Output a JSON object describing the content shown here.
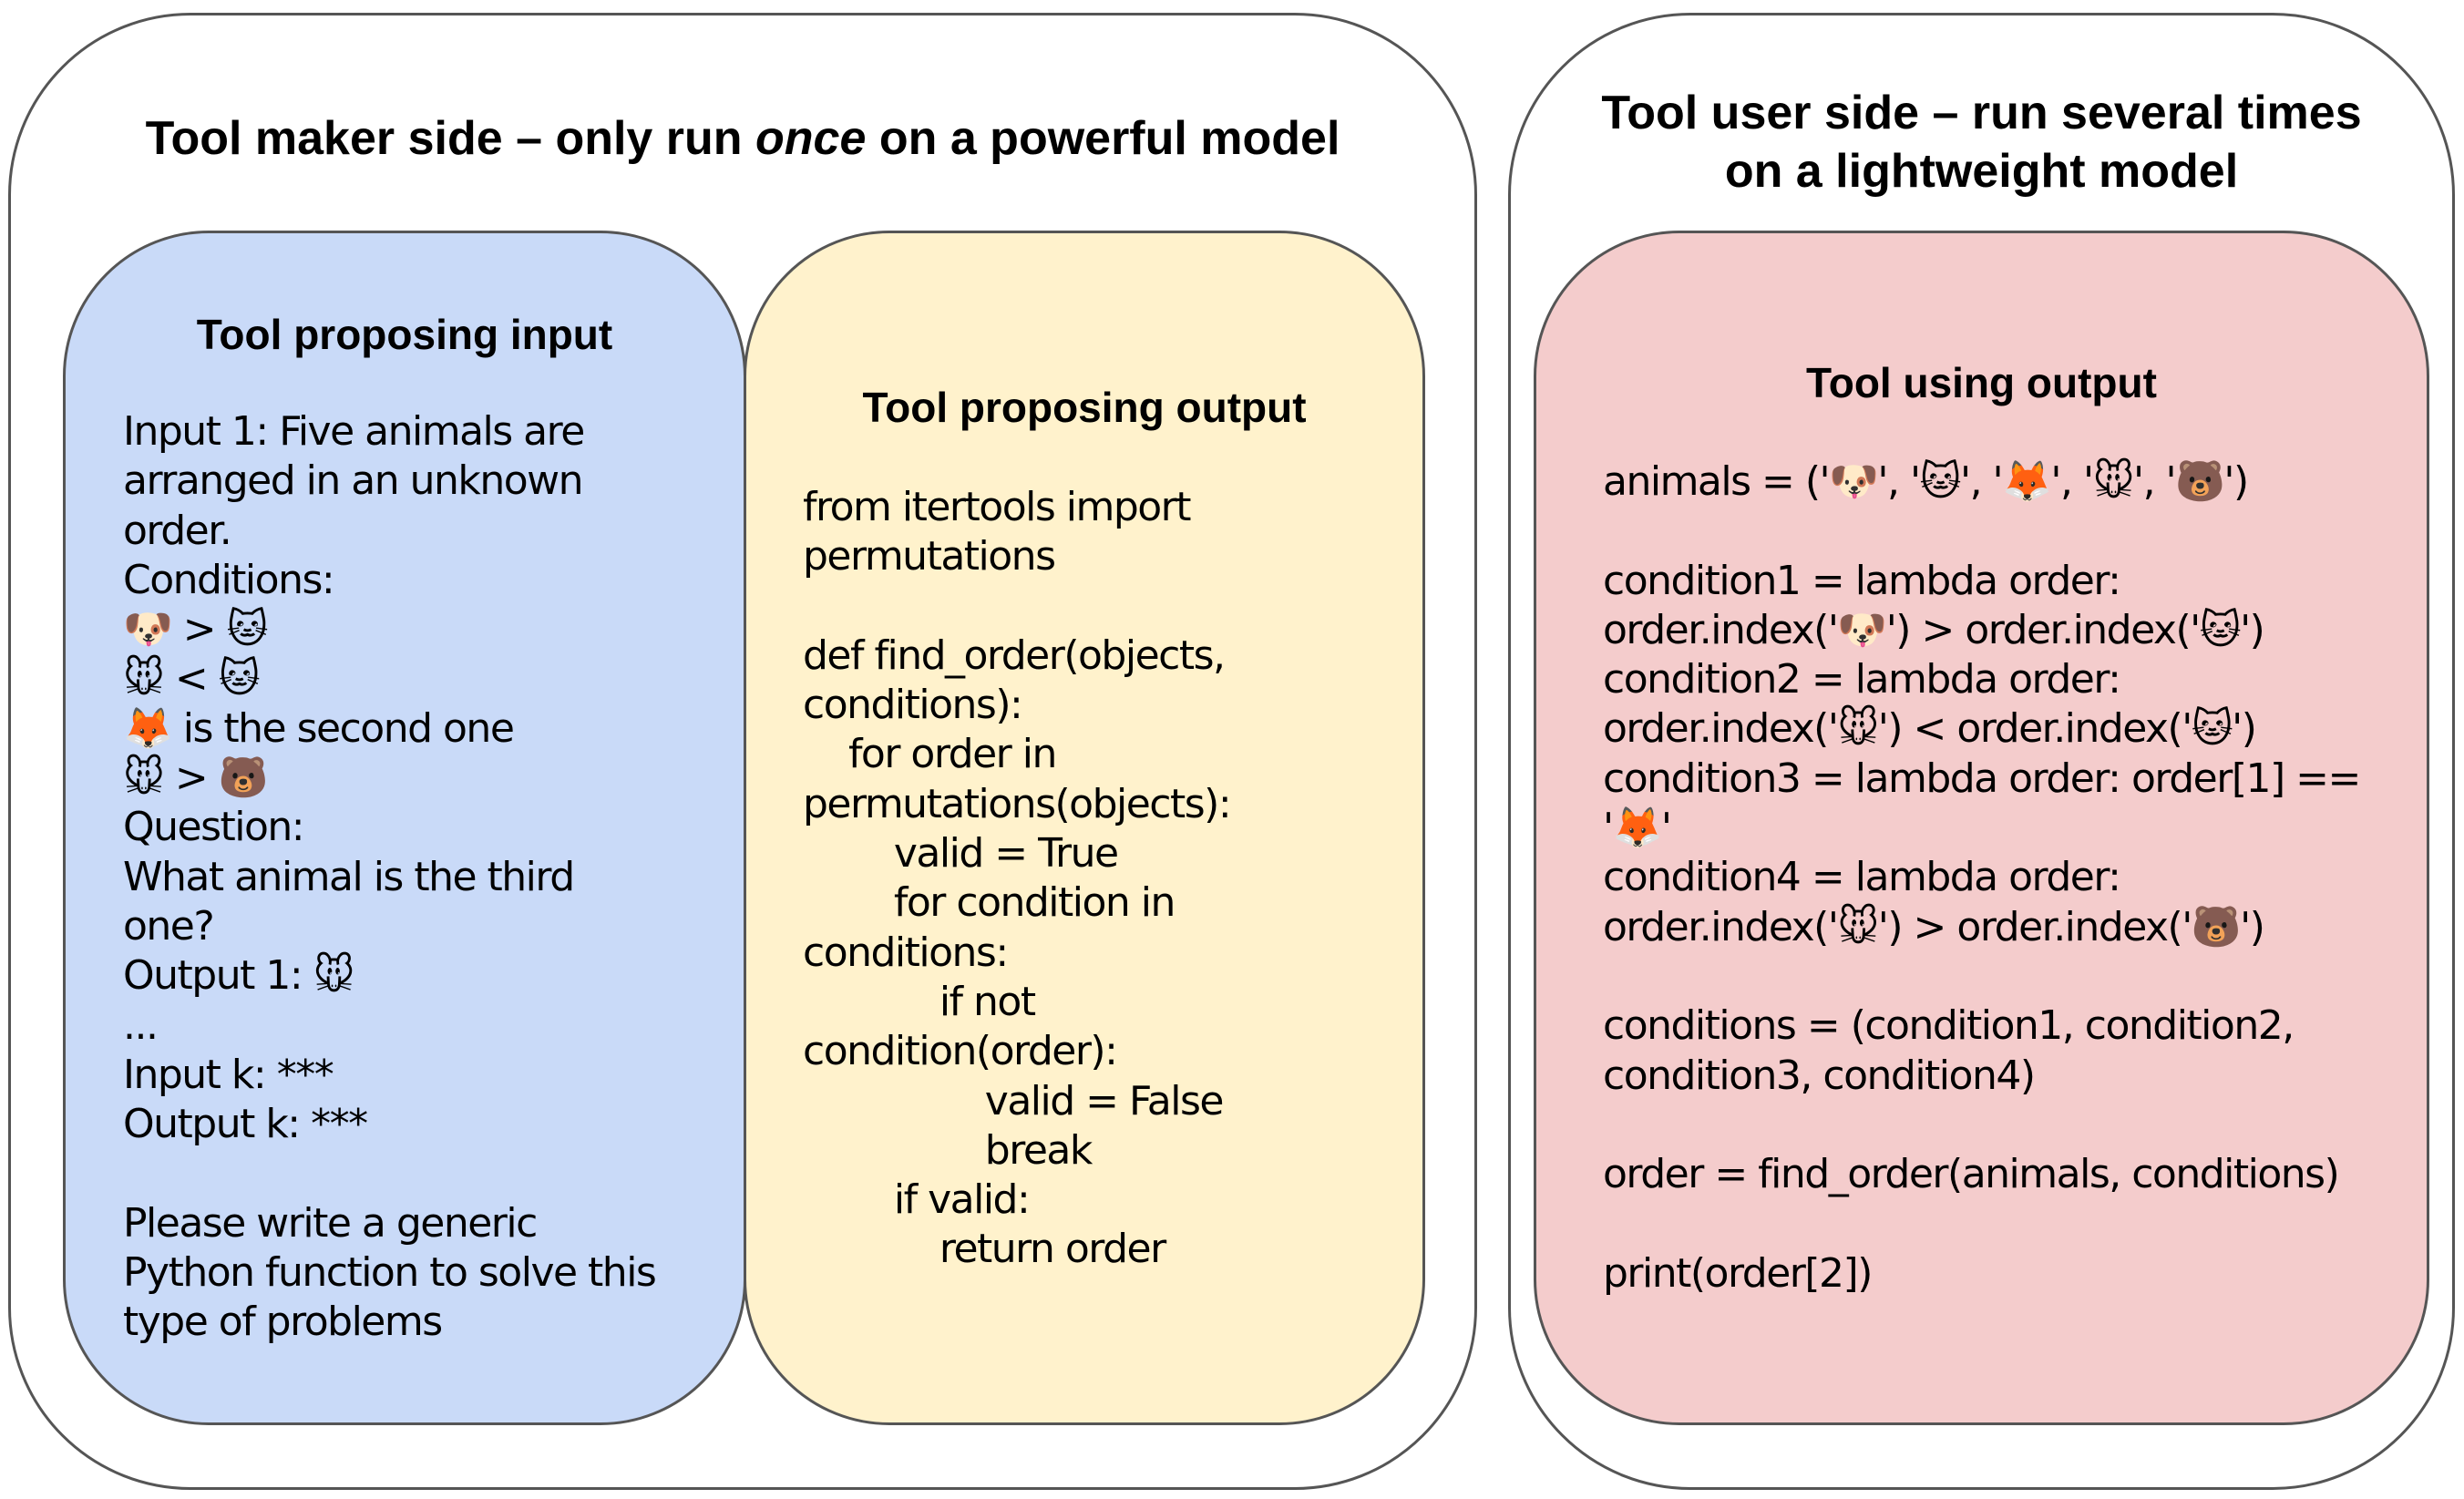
{
  "maker": {
    "title_pre": "Tool maker side – only run ",
    "title_em": "once",
    "title_post": " on a powerful model"
  },
  "user": {
    "title_line1": "Tool user side – run several times",
    "title_line2": "on a lightweight model"
  },
  "colors": {
    "input_panel": "#c9daf8",
    "output_panel": "#fff2cc",
    "using_panel": "#f4cccc"
  },
  "input_panel": {
    "title": "Tool proposing input",
    "lines": [
      "Input 1: Five animals are",
      "arranged in an unknown",
      "order.",
      "Conditions:",
      "🐶 > 🐱",
      "🐭 < 🐱",
      "🦊 is the second one",
      "🐭 > 🐻",
      "Question:",
      "What animal is the third",
      "one?",
      "Output 1: 🐭",
      "...",
      "Input k: ***",
      "Output k: ***",
      "",
      "Please write a generic",
      "Python function to solve this",
      "type of problems"
    ]
  },
  "output_panel": {
    "title": "Tool proposing output",
    "lines": [
      "from itertools import",
      "permutations",
      "",
      "def find_order(objects,",
      "conditions):",
      "    for order in",
      "permutations(objects):",
      "        valid = True",
      "        for condition in",
      "conditions:",
      "            if not",
      "condition(order):",
      "                valid = False",
      "                break",
      "        if valid:",
      "            return order"
    ]
  },
  "using_panel": {
    "title": "Tool using output",
    "lines": [
      "animals = ('🐶', '🐱', '🦊', '🐭', '🐻')",
      "",
      "condition1 = lambda order:",
      "order.index('🐶') > order.index('🐱')",
      "condition2 = lambda order:",
      "order.index('🐭') < order.index('🐱')",
      "condition3 = lambda order: order[1] ==",
      "'🦊'",
      "condition4 = lambda order:",
      "order.index('🐭') > order.index('🐻')",
      "",
      "conditions = (condition1, condition2,",
      "condition3, condition4)",
      "",
      "order = find_order(animals, conditions)",
      "",
      "print(order[2])"
    ]
  }
}
